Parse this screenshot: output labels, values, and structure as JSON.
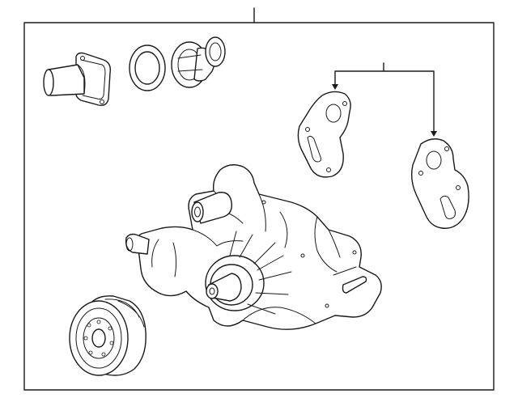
{
  "diagram": {
    "kind": "exploded parts diagram",
    "parts": [
      {
        "id": "water-outlet-housing",
        "icon": "thermostat-housing-icon"
      },
      {
        "id": "seal-ring",
        "icon": "o-ring-icon"
      },
      {
        "id": "thermostat",
        "icon": "thermostat-icon"
      },
      {
        "id": "gasket-upper",
        "icon": "gasket-icon"
      },
      {
        "id": "gasket-lower",
        "icon": "gasket-icon"
      },
      {
        "id": "water-pump",
        "icon": "water-pump-icon"
      },
      {
        "id": "pulley",
        "icon": "pulley-icon"
      }
    ],
    "colors": {
      "line": "#1a1a1a",
      "background": "#ffffff"
    }
  }
}
